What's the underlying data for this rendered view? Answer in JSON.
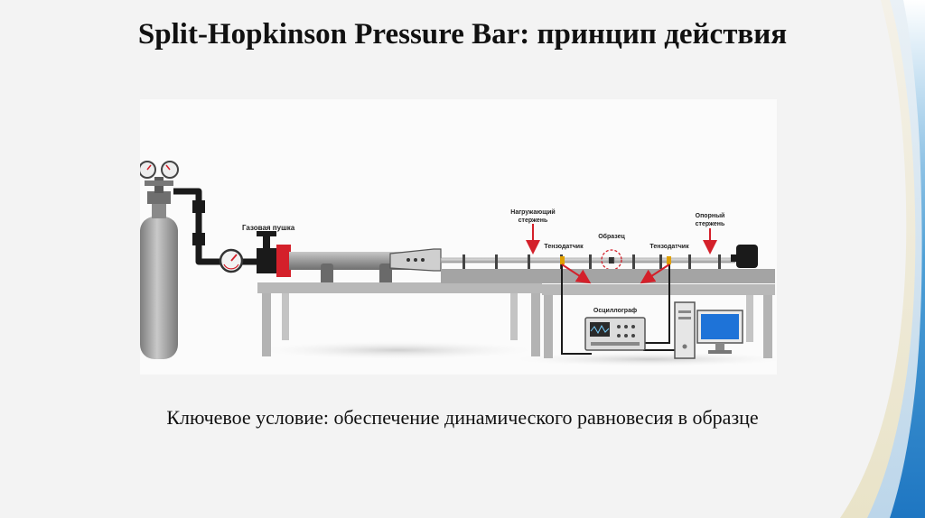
{
  "slide": {
    "title": "Split-Hopkinson Pressure Bar: принцип действия",
    "caption": "Ключевое условие: обеспечение динамического равновесия в образце"
  },
  "diagram": {
    "labels": {
      "gas_gun": "Газовая пушка",
      "incident_bar_line1": "Нагружающий",
      "incident_bar_line2": "стержень",
      "strain_gauge_left": "Тензодатчик",
      "specimen": "Образец",
      "strain_gauge_right": "Тензодатчик",
      "transmitted_bar_line1": "Опорный",
      "transmitted_bar_line2": "стержень",
      "oscilloscope": "Осциллограф"
    },
    "icons": [
      "gas-cylinder-icon",
      "pressure-gauge-icon",
      "valve-icon",
      "oscilloscope-icon",
      "computer-icon"
    ],
    "colors": {
      "accent": "#d4202a",
      "metal": "#9a9a9a",
      "dark": "#1a1a1a",
      "table": "#b8b8b8",
      "screen": "#1e73d8"
    }
  }
}
